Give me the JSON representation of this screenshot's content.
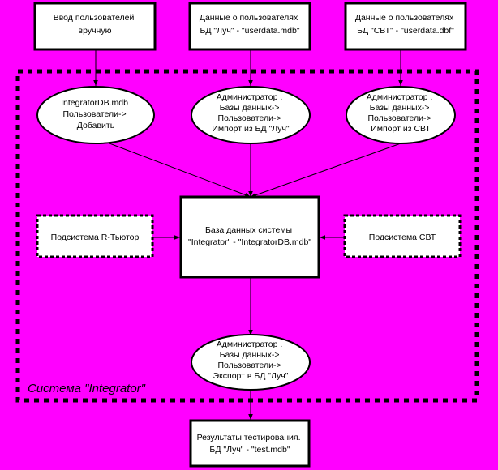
{
  "colors": {
    "background": "#FF00FF",
    "node_fill": "#FFFFFF",
    "stroke": "#000000"
  },
  "nodes": {
    "manual_input": {
      "lines": [
        "Ввод пользователей",
        "вручную"
      ]
    },
    "luch_users": {
      "lines": [
        "Данные о пользователях",
        "БД \"Луч\" -  \"userdata.mdb\""
      ]
    },
    "svt_users": {
      "lines": [
        "Данные о пользователях",
        "БД \"СВТ\" -  \"userdata.dbf\""
      ]
    },
    "op_add": {
      "lines": [
        "IntegratorDB.mdb",
        "Пользователи->",
        "Добавить"
      ]
    },
    "op_import_luch": {
      "lines": [
        "Администратор .",
        "Базы данных->",
        "Пользователи->",
        "Импорт из БД \"Луч\""
      ]
    },
    "op_import_svt": {
      "lines": [
        "Администратор .",
        "Базы данных->",
        "Пользователи->",
        "Импорт из СВТ"
      ]
    },
    "integrator_db": {
      "lines": [
        "База данных системы",
        "\"Integrator\" - \"IntegratorDB.mdb\""
      ]
    },
    "subsystem_rtutor": {
      "lines": [
        "Подсистема R-Тьютор"
      ]
    },
    "subsystem_svt": {
      "lines": [
        "Подсистема СВТ"
      ]
    },
    "op_export_luch": {
      "lines": [
        "Администратор .",
        "Базы данных->",
        "Пользователи->",
        "Экспорт в БД \"Луч\""
      ]
    },
    "results": {
      "lines": [
        "Результаты тестирования.",
        "БД \"Луч\" -  \"test.mdb\""
      ]
    }
  },
  "system_label": "Система \"Integrator\""
}
